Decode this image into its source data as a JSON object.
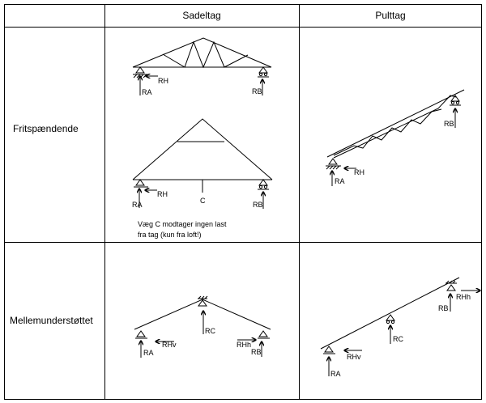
{
  "table": {
    "columns": [
      "Sadeltag",
      "Pulttag"
    ],
    "rows": [
      "Fritspændende",
      "Mellemunderstøttet"
    ]
  },
  "cell_1_1": {
    "top": {
      "RA": "RA",
      "RH": "RH",
      "RB": "RB"
    },
    "bottom": {
      "RA": "RA",
      "RH": "RH",
      "C": "C",
      "RB": "RB"
    },
    "note_line1": "Væg C modtager ingen last",
    "note_line2": "fra tag (kun fra loft!)"
  },
  "cell_1_2": {
    "RB": "RB",
    "RA": "RA",
    "RH": "RH"
  },
  "cell_2_1": {
    "RC": "RC",
    "RA": "RA",
    "RHv": "RHv",
    "RHh": "RHh",
    "RB": "RB"
  },
  "cell_2_2": {
    "RB": "RB",
    "RHh": "RHh",
    "RC": "RC",
    "RHv": "RHv",
    "RA": "RA"
  }
}
